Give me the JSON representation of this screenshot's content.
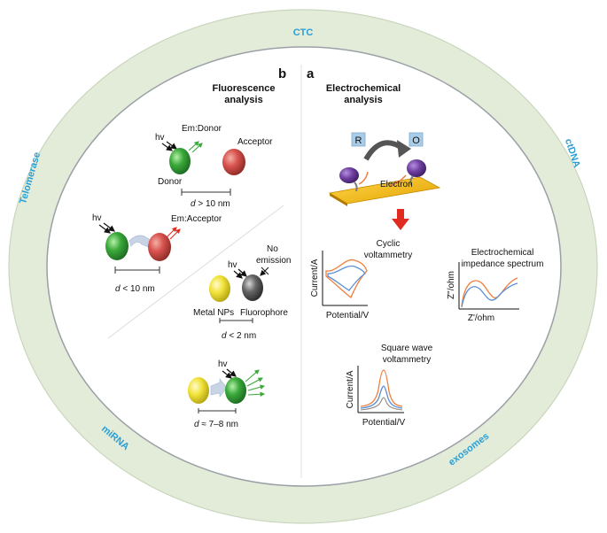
{
  "ring": {
    "top": "CTC",
    "left": "Telomerase",
    "right": "ctDNA",
    "bottom_left": "miRNA",
    "bottom_right": "exosomes"
  },
  "panel_letters": {
    "b": "b",
    "a": "a"
  },
  "fluorescence": {
    "title_line1": "Fluorescence",
    "title_line2": "analysis",
    "s1": {
      "hv": "hv",
      "em": "Em:Donor",
      "donor": "Donor",
      "acceptor": "Acceptor",
      "distance": "> 10 nm"
    },
    "s2": {
      "hv": "hv",
      "em": "Em:Acceptor",
      "distance": "< 10 nm"
    },
    "s3": {
      "hv": "hv",
      "no_emission_1": "No",
      "no_emission_2": "emission",
      "metal": "Metal NPs",
      "fluorophore": "Fluorophore",
      "distance": "< 2 nm"
    },
    "s4": {
      "hv": "hv",
      "distance": "≈ 7–8 nm"
    },
    "d_symbol": "d"
  },
  "electrochemical": {
    "title_line1": "Electrochemical",
    "title_line2": "analysis",
    "reduced": "R",
    "oxidized": "O",
    "electron": "Electron",
    "cv": {
      "title_1": "Cyclic",
      "title_2": "voltammetry",
      "ylabel": "Current/A",
      "xlabel": "Potential/V"
    },
    "eis": {
      "title_1": "Electrochemical",
      "title_2": "impedance spectrum",
      "ylabel": "Z\"/ohm",
      "xlabel": "Z'/ohm"
    },
    "swv": {
      "title_1": "Square wave",
      "title_2": "voltammetry",
      "ylabel": "Current/A",
      "xlabel": "Potential/V"
    }
  },
  "colors": {
    "ring": "#e3ecd9",
    "ring_label": "#2a9fd6",
    "donor_green": "#3aa93a",
    "acceptor_red": "#d9534f",
    "metal_yellow": "#f2e33b",
    "fluorophore_gray": "#666666",
    "electrode": "#f5b800",
    "redox_box": "#a9cde8",
    "enzyme_purple": "#6f3fa0",
    "curve_orange": "#f07f3c",
    "curve_blue": "#5b8fd6",
    "arrow_red": "#e02b20"
  }
}
